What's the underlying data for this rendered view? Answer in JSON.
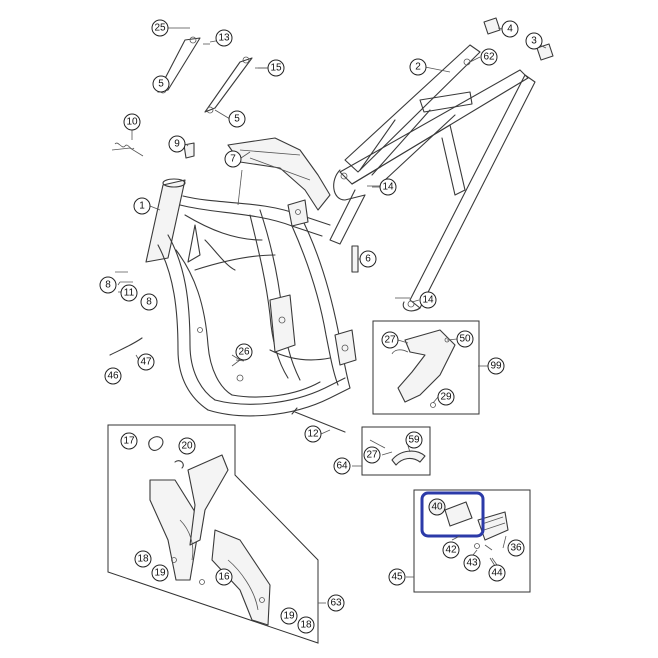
{
  "callouts": {
    "c25": "25",
    "c13": "13",
    "c5a": "5",
    "c15": "15",
    "c5b": "5",
    "c4": "4",
    "c3": "3",
    "c2": "2",
    "c62": "62",
    "c10": "10",
    "c9": "9",
    "c7": "7",
    "c1": "1",
    "c14a": "14",
    "c6": "6",
    "c14b": "14",
    "c8a": "8",
    "c11": "11",
    "c8b": "8",
    "c27a": "27",
    "c50": "50",
    "c99": "99",
    "c29": "29",
    "c26": "26",
    "c47": "47",
    "c46": "46",
    "c12": "12",
    "c27b": "27",
    "c59": "59",
    "c64": "64",
    "c17": "17",
    "c20": "20",
    "c18a": "18",
    "c19a": "19",
    "c16": "16",
    "c19b": "19",
    "c18b": "18",
    "c63": "63",
    "c40": "40",
    "c42": "42",
    "c36": "36",
    "c43": "43",
    "c44": "44",
    "c45": "45"
  },
  "highlight_color": "#2b3aa8"
}
